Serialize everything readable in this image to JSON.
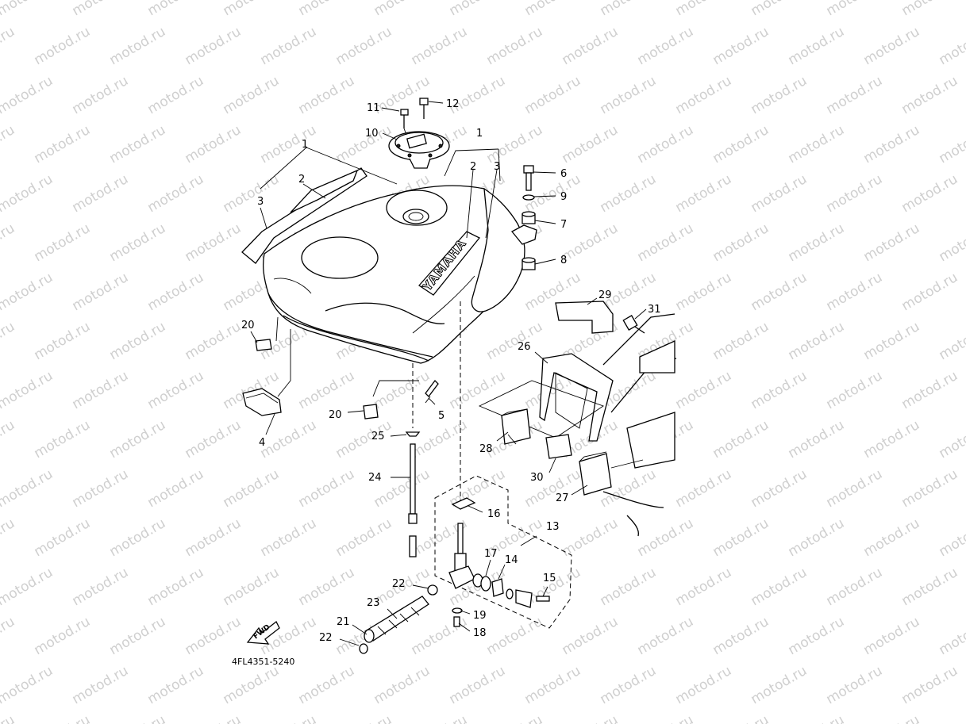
{
  "watermark": "motod.ru",
  "diagram_code": "4FL4351-5240",
  "brand_text": "YAMAHA",
  "direction_text": "FWD",
  "callouts": {
    "c1a": "1",
    "c1b": "1",
    "c2a": "2",
    "c2b": "2",
    "c3a": "3",
    "c3b": "3",
    "c4": "4",
    "c5": "5",
    "c6": "6",
    "c7": "7",
    "c8": "8",
    "c9": "9",
    "c10": "10",
    "c11": "11",
    "c12": "12",
    "c13": "13",
    "c14": "14",
    "c15": "15",
    "c16": "16",
    "c17": "17",
    "c18": "18",
    "c19": "19",
    "c20a": "20",
    "c20b": "20",
    "c21": "21",
    "c22a": "22",
    "c22b": "22",
    "c23": "23",
    "c24": "24",
    "c25": "25",
    "c26": "26",
    "c27": "27",
    "c28": "28",
    "c29": "29",
    "c30": "30",
    "c31": "31"
  }
}
